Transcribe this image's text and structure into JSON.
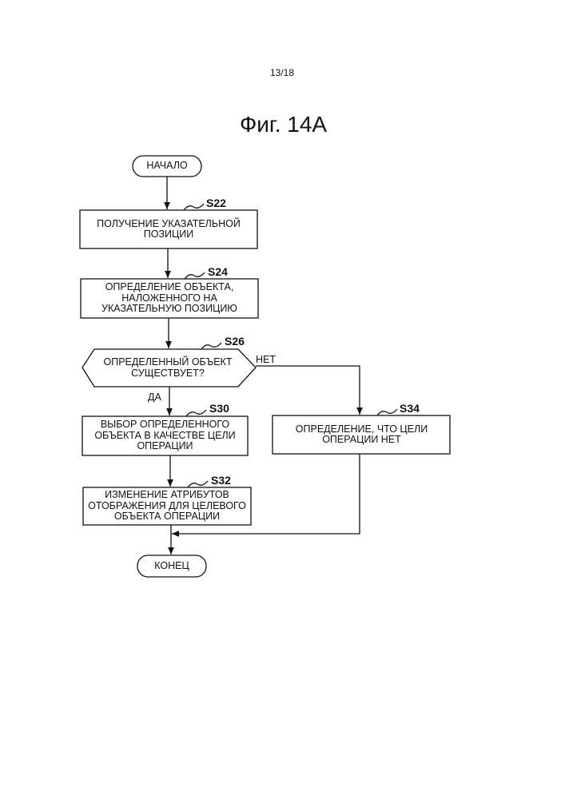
{
  "page_number": "13/18",
  "figure_title": "Фиг. 14А",
  "start": "НАЧАЛО",
  "end": "КОНЕЦ",
  "steps": {
    "s22": {
      "id": "S22",
      "text": "ПОЛУЧЕНИЕ УКАЗАТЕЛЬНОЙ ПОЗИЦИИ"
    },
    "s24": {
      "id": "S24",
      "text": "ОПРЕДЕЛЕНИЕ ОБЪЕКТА, НАЛОЖЕННОГО НА УКАЗАТЕЛЬНУЮ ПОЗИЦИЮ"
    },
    "s26": {
      "id": "S26",
      "text": "ОПРЕДЕЛЕННЫЙ ОБЪЕКТ СУЩЕСТВУЕТ?"
    },
    "s30": {
      "id": "S30",
      "text": "ВЫБОР ОПРЕДЕЛЕННОГО ОБЪЕКТА В КАЧЕСТВЕ ЦЕЛИ ОПЕРАЦИИ"
    },
    "s32": {
      "id": "S32",
      "text": "ИЗМЕНЕНИЕ АТРИБУТОВ ОТОБРАЖЕНИЯ ДЛЯ ЦЕЛЕВОГО ОБЪЕКТА ОПЕРАЦИИ"
    },
    "s34": {
      "id": "S34",
      "text": "ОПРЕДЕЛЕНИЕ, ЧТО ЦЕЛИ ОПЕРАЦИИ НЕТ"
    }
  },
  "branches": {
    "yes": "ДА",
    "no": "НЕТ"
  }
}
